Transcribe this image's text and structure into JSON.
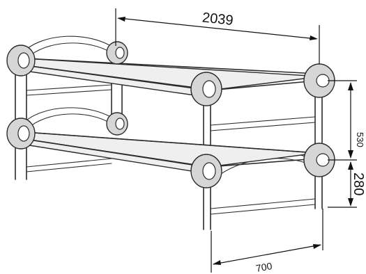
{
  "dimensions": {
    "length": "2039",
    "width": "700",
    "tier_spacing": "530",
    "bottom_height": "280"
  }
}
